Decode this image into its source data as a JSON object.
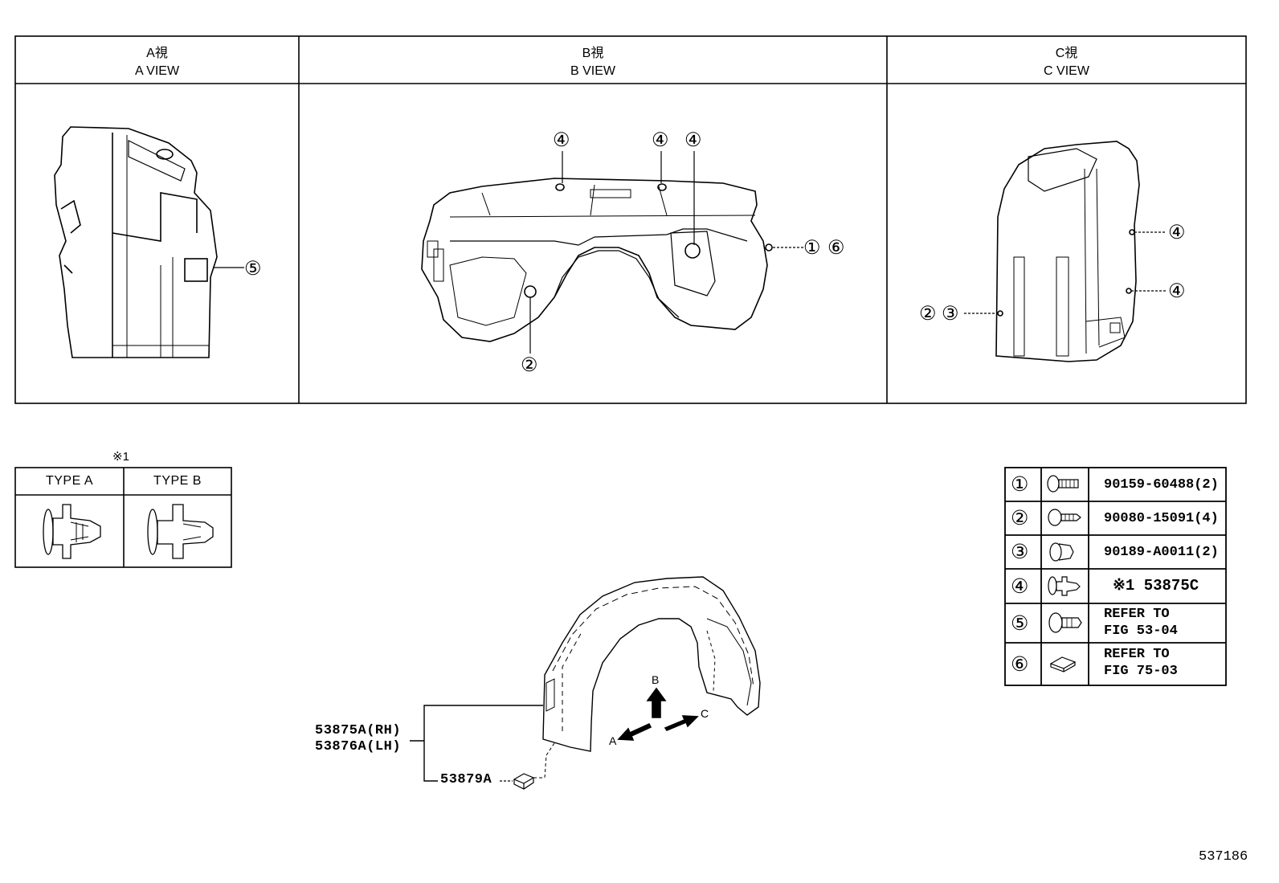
{
  "views": [
    {
      "title_jp": "A視",
      "title_en": "A VIEW"
    },
    {
      "title_jp": "B視",
      "title_en": "B VIEW"
    },
    {
      "title_jp": "C視",
      "title_en": "C VIEW"
    }
  ],
  "callouts": {
    "a_view": [
      "⑤"
    ],
    "b_view": [
      "④",
      "④",
      "④",
      "①",
      "⑥",
      "②"
    ],
    "c_view": [
      "④",
      "④",
      "②",
      "③"
    ]
  },
  "clip_types": {
    "note_mark": "※1",
    "type_a": "TYPE A",
    "type_b": "TYPE B"
  },
  "parts_table": [
    {
      "no": "①",
      "icon": "bolt-icon",
      "text": "90159-60488(2)"
    },
    {
      "no": "②",
      "icon": "screw-icon",
      "text": "90080-15091(4)"
    },
    {
      "no": "③",
      "icon": "nut-icon",
      "text": "90189-A0011(2)"
    },
    {
      "no": "④",
      "icon": "clip-icon",
      "text": "※1 53875C"
    },
    {
      "no": "⑤",
      "icon": "screw-grommet-icon",
      "text_line1": "REFER TO",
      "text_line2": "FIG 53-04"
    },
    {
      "no": "⑥",
      "icon": "clip-nut-icon",
      "text_line1": "REFER TO",
      "text_line2": "FIG 75-03"
    }
  ],
  "main_parts": {
    "rh": "53875A(RH)",
    "lh": "53876A(LH)",
    "clip": "53879A"
  },
  "arrows": {
    "a": "A",
    "b": "B",
    "c": "C"
  },
  "diagram_number": "537186"
}
